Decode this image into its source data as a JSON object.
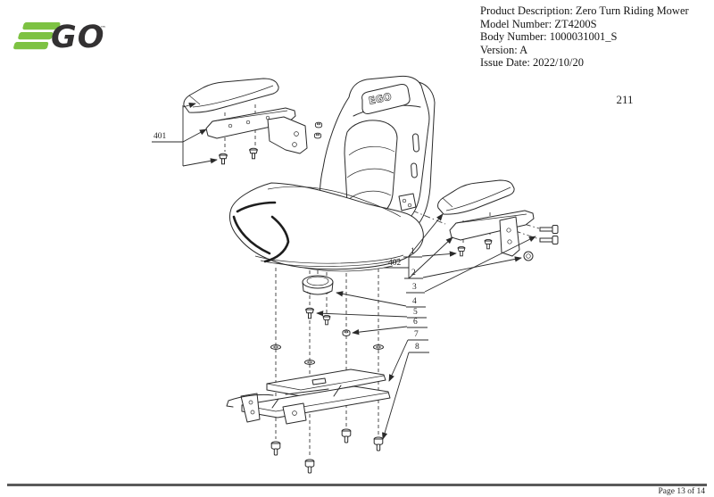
{
  "page": {
    "figure_number": "211"
  },
  "logo": {
    "brand": "EGO",
    "go_text": "GO",
    "trademark": "™"
  },
  "product_info": {
    "lines": [
      "Product Description: Zero Turn Riding Mower",
      "Model Number: ZT4200S",
      "Body Number: 1000031001_S",
      "Version: A",
      "Issue Date: 2022/10/20"
    ]
  },
  "diagram": {
    "seat_logo": "EGO",
    "labels": {
      "l401": "401",
      "l402": "402",
      "c1": "1",
      "c2": "2",
      "c3": "3",
      "c4": "4",
      "c5": "5",
      "c6": "6",
      "c7": "7",
      "c8": "8"
    }
  },
  "colors": {
    "logo_green": "#7DC242",
    "logo_dark": "#333132",
    "line_art": "#2a2a2a",
    "footer_rule": "#5a5a5a"
  },
  "footer": {
    "page_label": "Page 13 of 14"
  }
}
